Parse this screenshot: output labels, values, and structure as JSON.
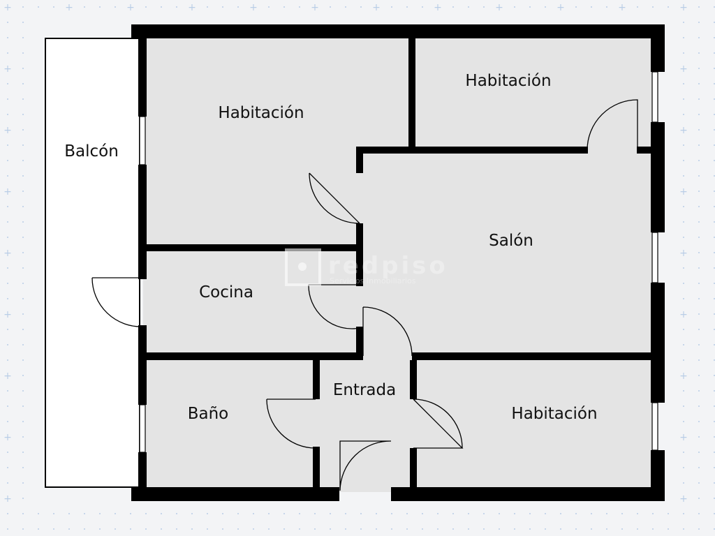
{
  "rooms": {
    "balcon": "Balcón",
    "habitacion_1": "Habitación",
    "habitacion_2": "Habitación",
    "salon": "Salón",
    "cocina": "Cocina",
    "entrada": "Entrada",
    "bano": "Baño",
    "habitacion_3": "Habitación"
  },
  "watermark": {
    "brand": "redpiso",
    "tagline": "Servicios Inmobiliarios"
  },
  "colors": {
    "background": "#f3f4f6",
    "room_fill": "#e4e4e4",
    "wall": "#000000",
    "grid_marks": "#b9cde6"
  }
}
